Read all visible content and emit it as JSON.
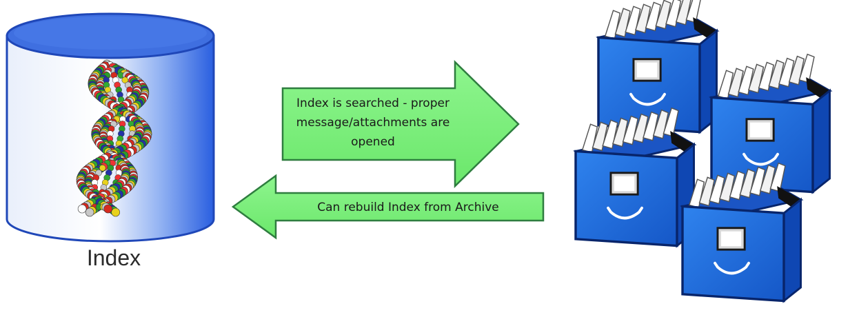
{
  "database": {
    "label": "Index",
    "icon": "database-cylinder-icon",
    "content_icon": "dna-molecule-icon"
  },
  "arrows": {
    "forward": {
      "lines": [
        "Index is searched - proper",
        "message/attachments are",
        "opened"
      ],
      "icon": "arrow-right-icon"
    },
    "backward": {
      "text": "Can rebuild Index from Archive",
      "icon": "arrow-left-icon"
    }
  },
  "archive": {
    "icon": "file-cabinet-drawers-icon"
  },
  "colors": {
    "arrow_fill": "#7cf27c",
    "arrow_stroke": "#2e7d3f",
    "cylinder_top": "#3f6fe0",
    "cylinder_edge": "#1f47b8",
    "drawer_blue": "#1e6fe0",
    "drawer_dark": "#0b3b9e"
  }
}
